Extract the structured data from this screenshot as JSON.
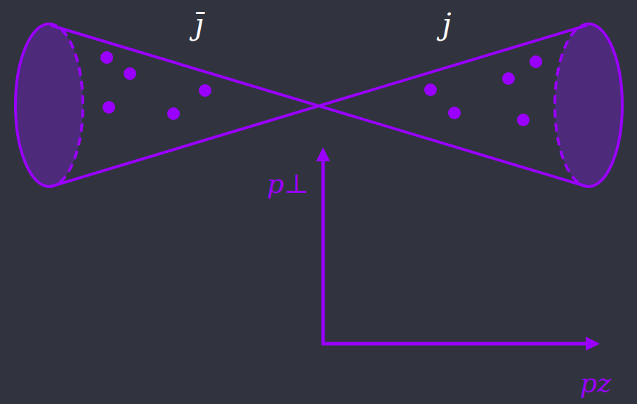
{
  "diagram": {
    "labels": [
      "j̄",
      "j",
      "p⊥",
      "pz"
    ]
  }
}
